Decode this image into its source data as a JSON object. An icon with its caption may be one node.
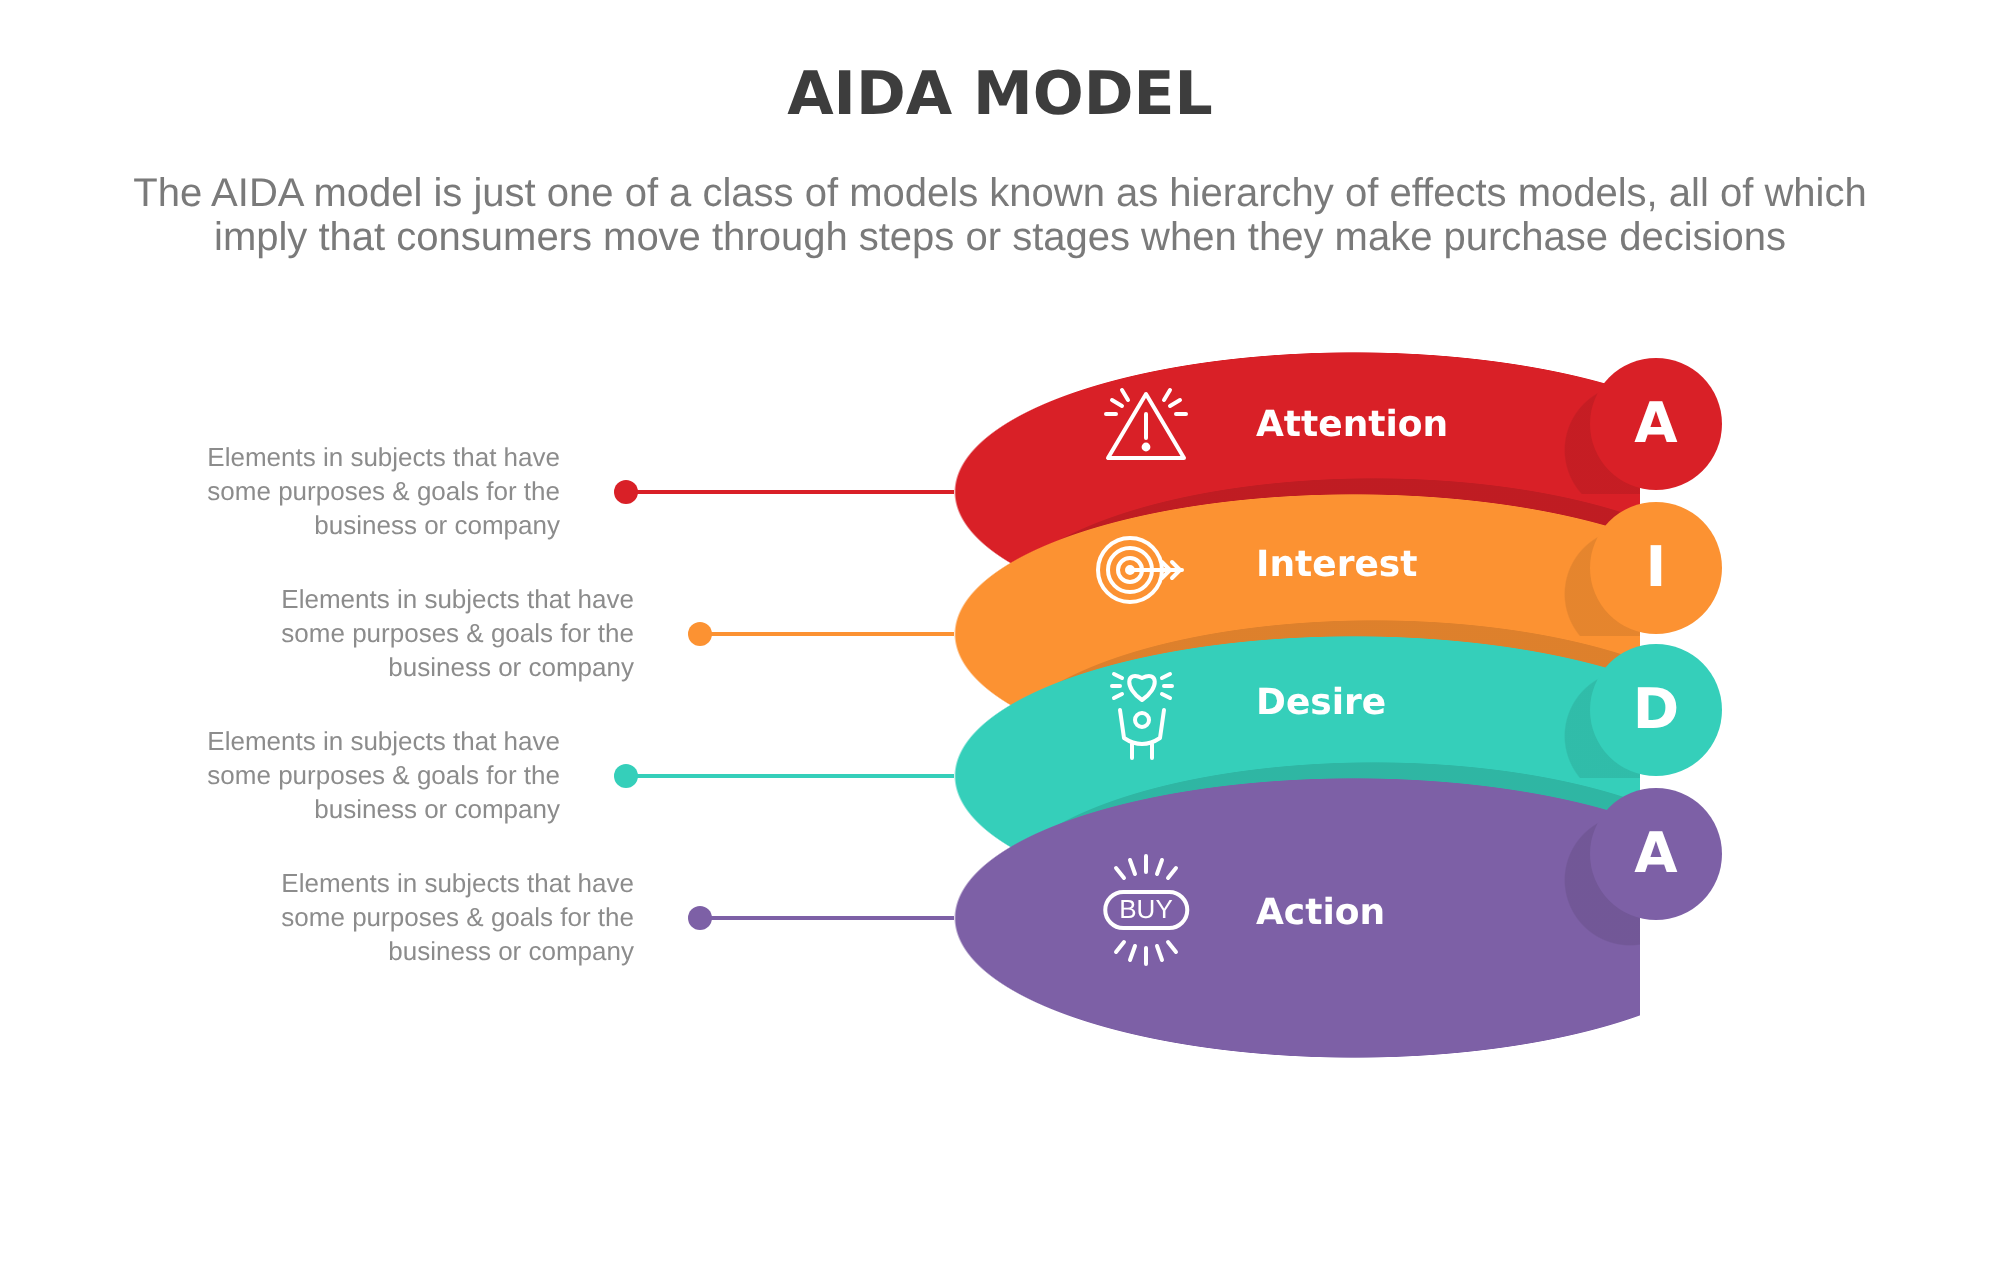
{
  "diagram": {
    "title": "AIDA MODEL",
    "nodes": [
      {
        "text": [
          "Elements in subjects that have some purposes & goals for the business or company"
        ]
      },
      {
        "text": [
          "Attention"
        ]
      },
      {
        "text": [
          "A"
        ]
      },
      {
        "text": [
          "Elements in subjects that have some purposes & goals for the business or company"
        ]
      },
      {
        "text": [
          "Interest"
        ]
      },
      {
        "text": [
          "I"
        ]
      },
      {
        "text": [
          "Elements in subjects that have some purposes & goals for the business or company"
        ]
      },
      {
        "text": [
          "Desire"
        ]
      },
      {
        "text": [
          "D"
        ]
      },
      {
        "text": [
          "Elements in subjects that have some purposes & goals for the business or company"
        ]
      },
      {
        "text": [
          "BUY",
          "Action"
        ]
      },
      {
        "text": [
          "A"
        ]
      }
    ],
    "edges": [
      {
        "from": 0,
        "to": 1,
        "arrow": "other",
        "color": "#d92027"
      },
      {
        "from": 3,
        "to": 4,
        "arrow": "other",
        "color": "#fc9232"
      },
      {
        "from": 6,
        "to": 7,
        "arrow": "other",
        "color": "#35cfba"
      },
      {
        "from": 9,
        "to": 10,
        "arrow": "other",
        "color": "#7d60a6"
      }
    ],
    "labels": [
      "The AIDA model is just one of a class of models known as hierarchy of effects models, all of which imply that consumers move through steps or stages when they make purchase decisions"
    ]
  }
}
